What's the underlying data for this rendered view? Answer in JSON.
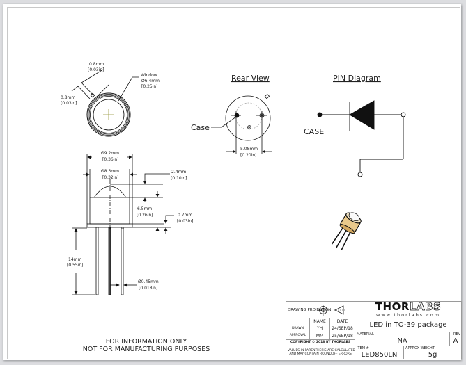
{
  "top_view": {
    "lead_width": "0.8mm",
    "lead_width_in": "[0.03in]",
    "tab_width": "0.8mm",
    "tab_width_in": "[0.03in]",
    "window_label": "Window",
    "window_dia": "Ø6.4mm",
    "window_dia_in": "[0.25in]"
  },
  "side_view": {
    "outer_dia": "Ø9.2mm",
    "outer_dia_in": "[0.36in]",
    "inner_dia": "Ø8.3mm",
    "inner_dia_in": "[0.32in]",
    "dome_height": "2.4mm",
    "dome_height_in": "[0.10in]",
    "body_height": "6.5mm",
    "body_height_in": "[0.26in]",
    "flange": "0.7mm",
    "flange_in": "[0.03in]",
    "lead_length": "14mm",
    "lead_length_in": "[0.55in]",
    "lead_dia": "Ø0.45mm",
    "lead_dia_in": "[0.018in]"
  },
  "rear_view": {
    "title": "Rear View",
    "case_label": "Case",
    "pin_spacing": "5.08mm",
    "pin_spacing_in": "[0.20in]"
  },
  "pin_diagram": {
    "title": "PIN Diagram",
    "case_label": "CASE"
  },
  "notice": {
    "line1": "FOR INFORMATION ONLY",
    "line2": "NOT FOR MANUFACTURING PURPOSES"
  },
  "title_block": {
    "drawing_projection": "DRAWING PROJECTION",
    "col_name": "NAME",
    "col_date": "DATE",
    "drawn_label": "DRAWN",
    "drawn_name": "YH",
    "drawn_date": "24/SEP/18",
    "approval_label": "APPROVAL",
    "approval_name": "MM",
    "approval_date": "25/SEP/18",
    "copyright": "COPYRIGHT © 2018 BY THORLABS",
    "disclaimer_line1": "VALUES IN PARENTHESIS ARE CALCULATED",
    "disclaimer_line2": "AND MAY CONTAIN ROUNDOFF ERRORS",
    "logo_solid": "THOR",
    "logo_outline": "LABS",
    "url": "www.thorlabs.com",
    "description": "LED in TO-39 package",
    "material_label": "MATERIAL",
    "material": "NA",
    "rev_label": "REV",
    "rev": "A",
    "item_label": "ITEM #",
    "item": "LED850LN",
    "weight_label": "APPROX WEIGHT",
    "weight": "5g"
  }
}
